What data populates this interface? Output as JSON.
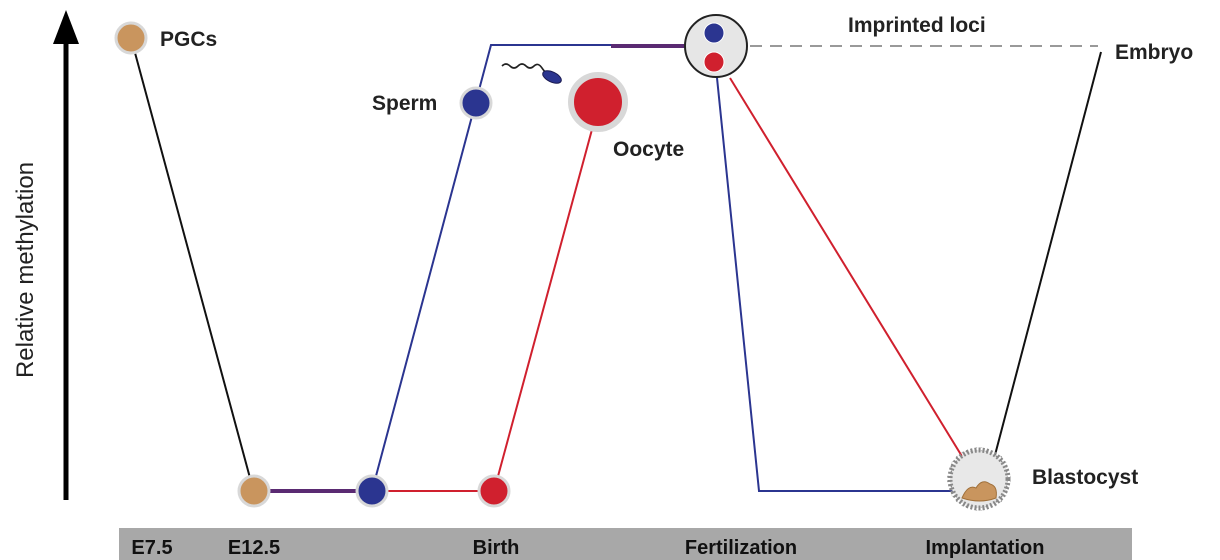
{
  "y_axis": {
    "label": "Relative methylation"
  },
  "timeline": {
    "stages": [
      "E7.5",
      "E12.5",
      "Birth",
      "Fertilization",
      "Implantation"
    ]
  },
  "labels": {
    "pgcs": "PGCs",
    "sperm": "Sperm",
    "oocyte": "Oocyte",
    "imprinted_loci": "Imprinted loci",
    "embryo": "Embryo",
    "blastocyst": "Blastocyst"
  },
  "colors": {
    "paternal": "#2b3590",
    "maternal": "#d0202e",
    "pgc": "#c9955e",
    "pgc_line": "#111111",
    "imprinted": "#999999",
    "timeline_bar": "#a8a8a8"
  }
}
